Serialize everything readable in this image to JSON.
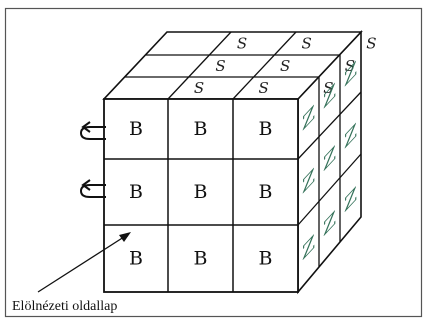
{
  "front_face": {
    "rows": [
      [
        "B",
        "B",
        "B"
      ],
      [
        "B",
        "B",
        "B"
      ],
      [
        "B",
        "B",
        "B"
      ]
    ]
  },
  "top_face": {
    "rows": [
      [
        "S",
        "S",
        "S"
      ],
      [
        "S",
        "S",
        "S"
      ],
      [
        "S",
        "S",
        "S"
      ]
    ]
  },
  "right_face": {
    "rows": [
      [
        "Z",
        "Z",
        "Z"
      ],
      [
        "Z",
        "Z",
        "Z"
      ],
      [
        "Z",
        "Z",
        "Z"
      ]
    ]
  },
  "caption": "Elölnézeti oldallap",
  "colors": {
    "frame": "#555555",
    "lines": "#111111",
    "right_face_letters": "#35725a"
  }
}
